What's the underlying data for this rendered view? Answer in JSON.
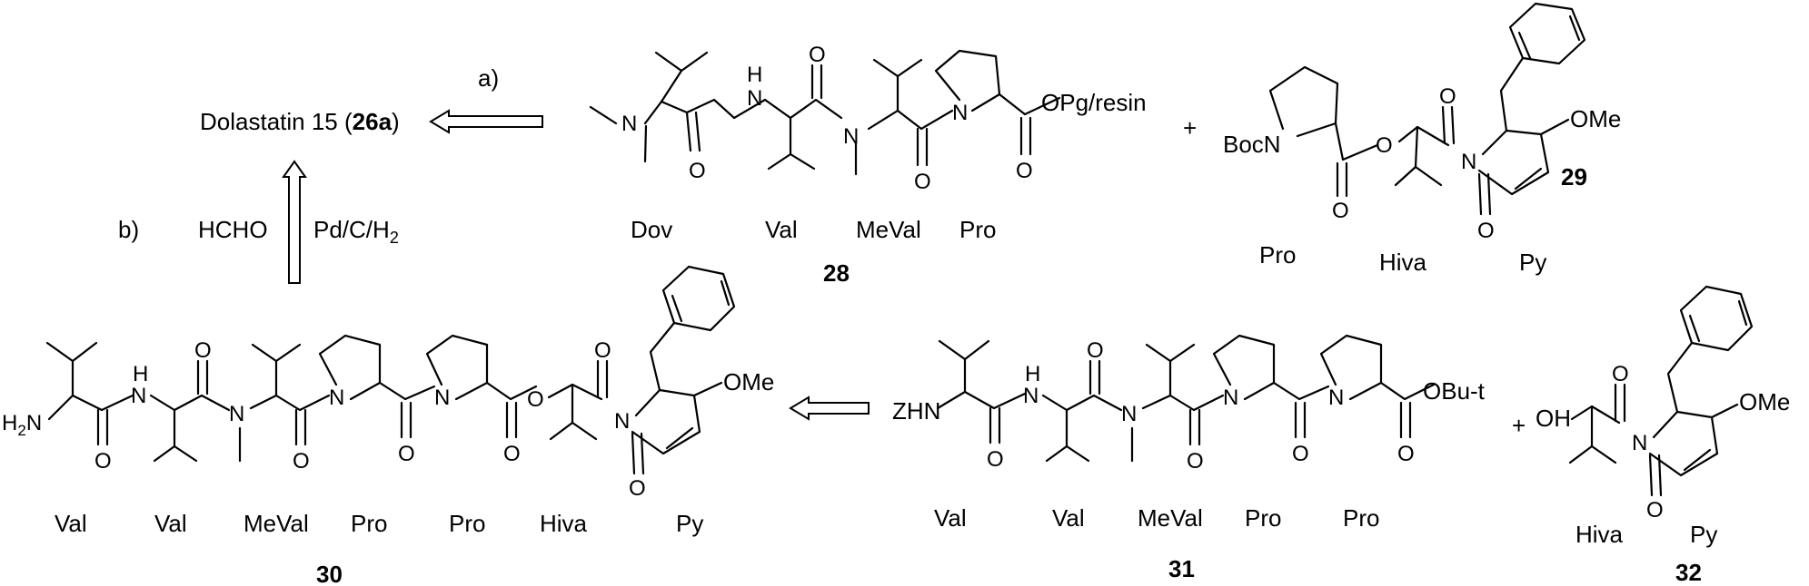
{
  "scheme": {
    "target_prefix": "Dolastatin 15 (",
    "target_bold": "26a",
    "target_suffix": ")",
    "step_a": "a)",
    "step_b": "b)",
    "reagent_1": "HCHO",
    "reagent_2_main": "Pd/C/H",
    "reagent_2_sub": "2",
    "plus": "+"
  },
  "compounds": {
    "c28": {
      "number": "28",
      "end_group": "OPg/resin",
      "residues": [
        "Dov",
        "Val",
        "MeVal",
        "Pro"
      ]
    },
    "c29": {
      "number": "29",
      "protecting_group": "BocN",
      "ome": "OMe",
      "residues": [
        "Pro",
        "Hiva",
        "Py"
      ]
    },
    "c30": {
      "number": "30",
      "amine": "H",
      "amine_sub": "2",
      "amine_n": "N",
      "ome": "OMe",
      "residues": [
        "Val",
        "Val",
        "MeVal",
        "Pro",
        "Pro",
        "Hiva",
        "Py"
      ]
    },
    "c31": {
      "number": "31",
      "protecting_group": "ZHN",
      "end_group": "OBu-t",
      "residues": [
        "Val",
        "Val",
        "MeVal",
        "Pro",
        "Pro"
      ]
    },
    "c32": {
      "number": "32",
      "hydroxyl": "OH",
      "ome": "OMe",
      "residues": [
        "Hiva",
        "Py"
      ]
    }
  },
  "atoms": {
    "N": "N",
    "H": "H",
    "O": "O"
  }
}
